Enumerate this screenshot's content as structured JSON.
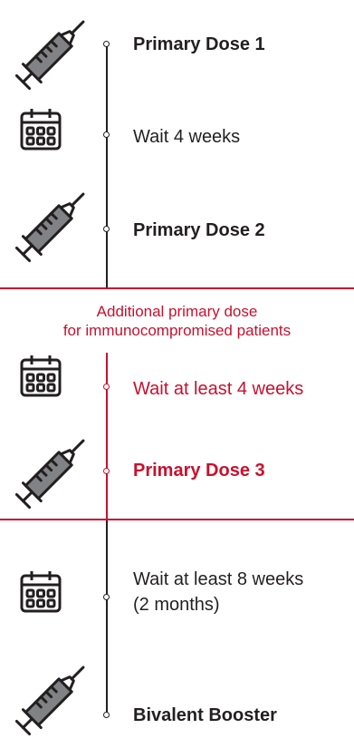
{
  "steps": [
    {
      "label": "Primary Dose 1",
      "icon": "syringe-icon"
    },
    {
      "label": "Wait 4 weeks",
      "icon": "calendar-icon"
    },
    {
      "label": "Primary Dose 2",
      "icon": "syringe-icon"
    },
    {
      "label": "Wait at least 4 weeks",
      "icon": "calendar-icon"
    },
    {
      "label": "Primary Dose 3",
      "icon": "syringe-icon"
    },
    {
      "label_line1": "Wait at least 8 weeks",
      "label_line2": "(2 months)",
      "icon": "calendar-icon"
    },
    {
      "label": "Bivalent Booster",
      "icon": "syringe-icon"
    }
  ],
  "additional_section": {
    "line1": "Additional primary dose",
    "line2": "for immunocompromised patients"
  },
  "colors": {
    "text": "#231f20",
    "accent": "#c8102e",
    "icon_fill": "#808285"
  }
}
